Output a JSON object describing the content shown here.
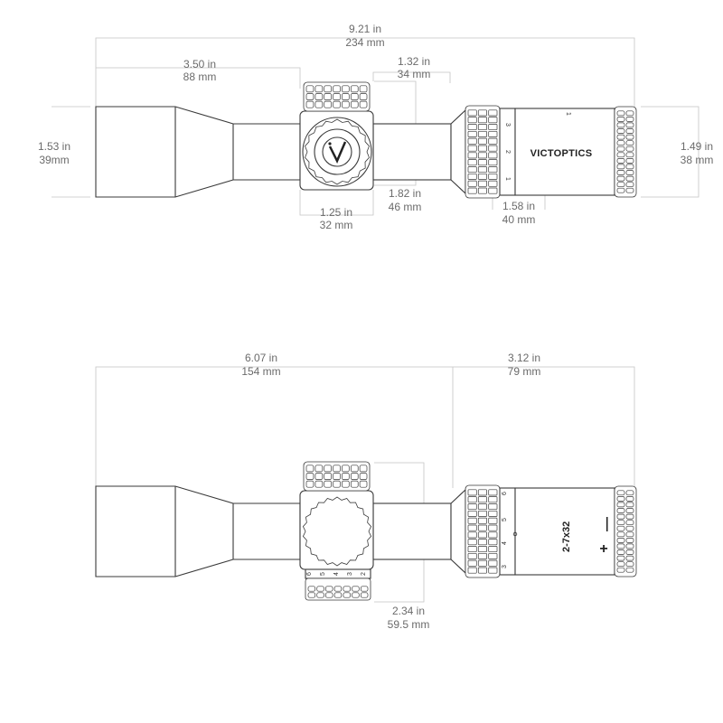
{
  "top_view": {
    "overall_length": {
      "in": "9.21 in",
      "mm": "234 mm"
    },
    "objective_to_turret": {
      "in": "3.50 in",
      "mm": "88 mm"
    },
    "turret_width": {
      "in": "1.32 in",
      "mm": "34 mm"
    },
    "objective_diameter": {
      "in": "1.53 in",
      "mm": "39mm"
    },
    "eyepiece_diameter": {
      "in": "1.49 in",
      "mm": "38 mm"
    },
    "turret_height": {
      "in": "1.82 in",
      "mm": "46 mm"
    },
    "turret_body": {
      "in": "1.25 in",
      "mm": "32 mm"
    },
    "eyepiece_length": {
      "in": "1.58 in",
      "mm": "40 mm"
    },
    "brand": "VICTOPTICS",
    "ring_marks": [
      "3",
      "2",
      "1"
    ],
    "eyepiece_mark": "1"
  },
  "side_view": {
    "front_length": {
      "in": "6.07 in",
      "mm": "154 mm"
    },
    "rear_length": {
      "in": "3.12 in",
      "mm": "79 mm"
    },
    "turret_total_height": {
      "in": "2.34 in",
      "mm": "59.5 mm"
    },
    "model": "2-7x32",
    "plus": "+",
    "minus": "—",
    "magnification_marks": [
      "6",
      "5",
      "4",
      "3"
    ],
    "parallax_marks": [
      "6",
      "5",
      "4",
      "3",
      "2"
    ]
  },
  "colors": {
    "outline": "#3a3a3a",
    "dimension_text": "#6b6b6b",
    "dimension_line": "#c4c4c4"
  },
  "icons": [
    "victoptics-v-logo-icon"
  ]
}
